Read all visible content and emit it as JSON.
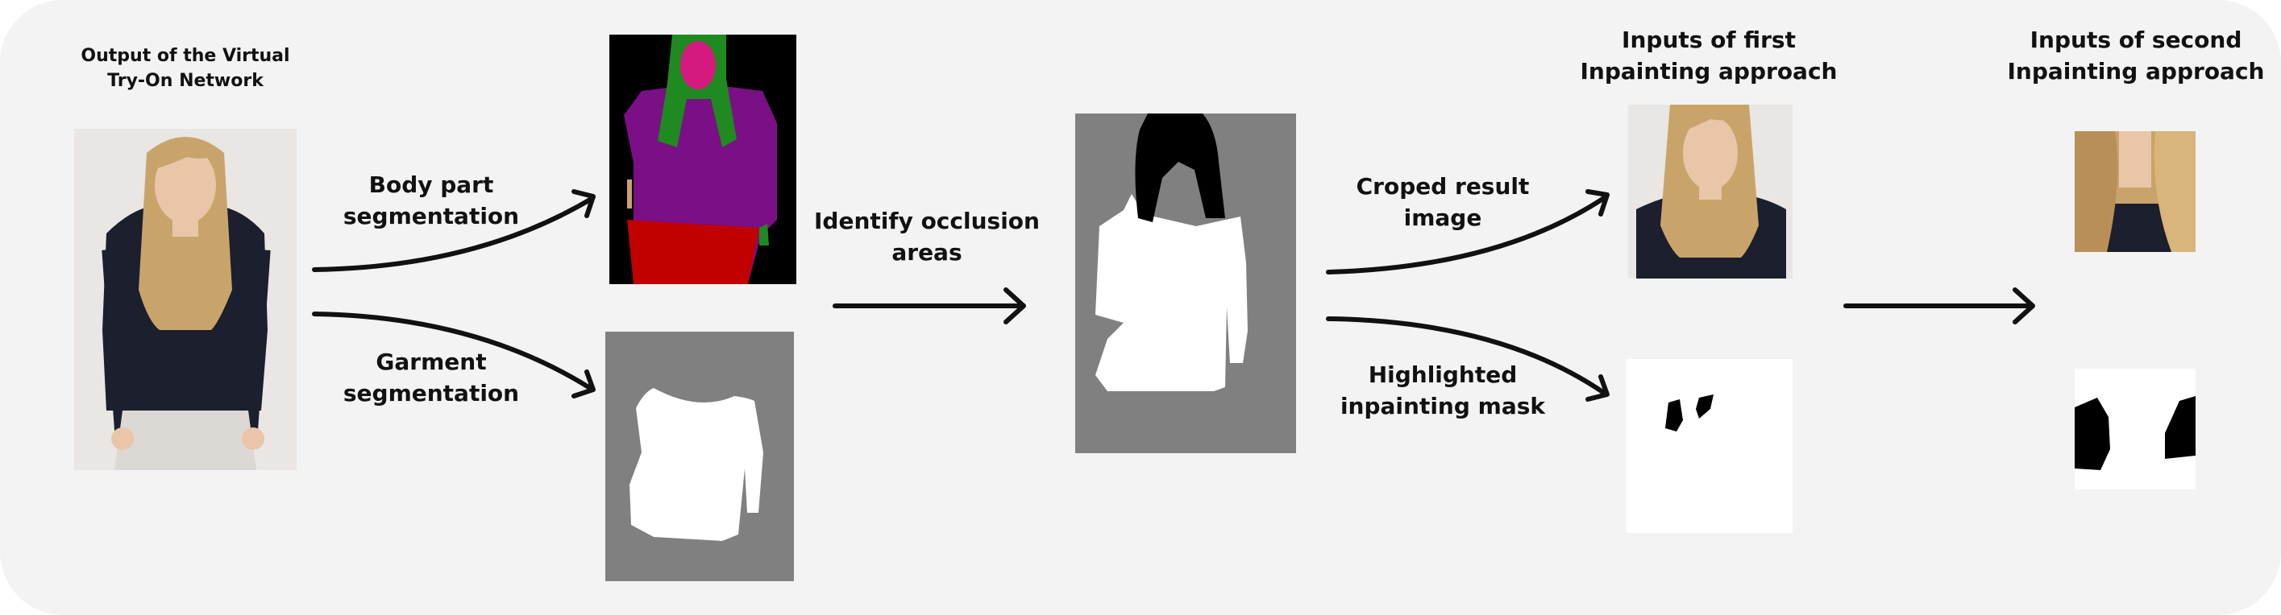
{
  "labels": {
    "output_tryon": [
      "Output of the Virtual",
      "Try-On Network"
    ],
    "body_part_seg": [
      "Body part",
      "segmentation"
    ],
    "garment_seg": [
      "Garment",
      "segmentation"
    ],
    "identify_occlusion": [
      "Identify occlusion",
      "areas"
    ],
    "croped_result": [
      "Croped result",
      "image"
    ],
    "highlighted_mask": [
      "Highlighted",
      "inpainting mask"
    ],
    "inputs_first": [
      "Inputs of first",
      "Inpainting approach"
    ],
    "inputs_second": [
      "Inputs of second",
      "Inpainting approach"
    ]
  },
  "colors": {
    "panel": "#f3f3f3",
    "seg_background": "#000000",
    "seg_hair": "#1f8a1f",
    "seg_face": "#d6197f",
    "seg_torso": "#7a0f86",
    "seg_legs": "#c10000",
    "mask_gray": "#808080",
    "mask_white": "#ffffff",
    "sweater": "#1b1f2e",
    "hair": "#c9a46a",
    "skin": "#e9c6a8"
  },
  "images": [
    "tryon-output-photo",
    "body-part-segmentation-map",
    "garment-segmentation-mask",
    "occlusion-areas-mask",
    "cropped-result-image",
    "highlighted-inpainting-mask",
    "second-approach-cropped-patch",
    "second-approach-mask-patch"
  ]
}
